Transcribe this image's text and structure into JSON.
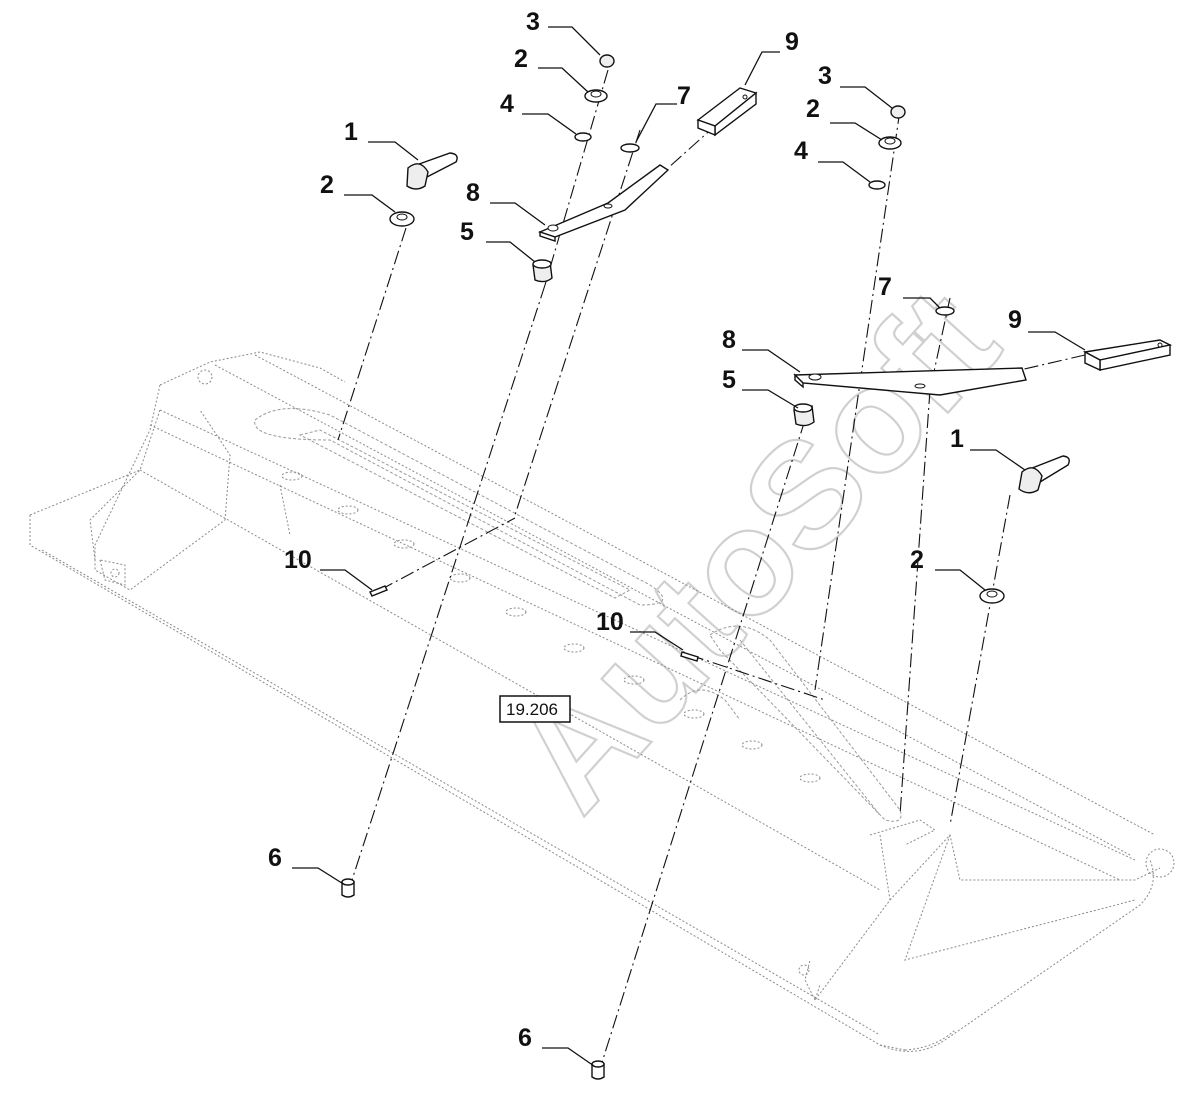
{
  "diagram": {
    "reference": "19.206",
    "watermark": "AutoSoft",
    "callouts": [
      {
        "id": "c-1a",
        "label": "1"
      },
      {
        "id": "c-2a",
        "label": "2"
      },
      {
        "id": "c-3a",
        "label": "3"
      },
      {
        "id": "c-2b",
        "label": "2"
      },
      {
        "id": "c-4a",
        "label": "4"
      },
      {
        "id": "c-7a",
        "label": "7"
      },
      {
        "id": "c-9a",
        "label": "9"
      },
      {
        "id": "c-8a",
        "label": "8"
      },
      {
        "id": "c-5a",
        "label": "5"
      },
      {
        "id": "c-3b",
        "label": "3"
      },
      {
        "id": "c-2c",
        "label": "2"
      },
      {
        "id": "c-4b",
        "label": "4"
      },
      {
        "id": "c-7b",
        "label": "7"
      },
      {
        "id": "c-9b",
        "label": "9"
      },
      {
        "id": "c-8b",
        "label": "8"
      },
      {
        "id": "c-5b",
        "label": "5"
      },
      {
        "id": "c-1b",
        "label": "1"
      },
      {
        "id": "c-2d",
        "label": "2"
      },
      {
        "id": "c-10a",
        "label": "10"
      },
      {
        "id": "c-10b",
        "label": "10"
      },
      {
        "id": "c-6a",
        "label": "6"
      },
      {
        "id": "c-6b",
        "label": "6"
      }
    ]
  }
}
